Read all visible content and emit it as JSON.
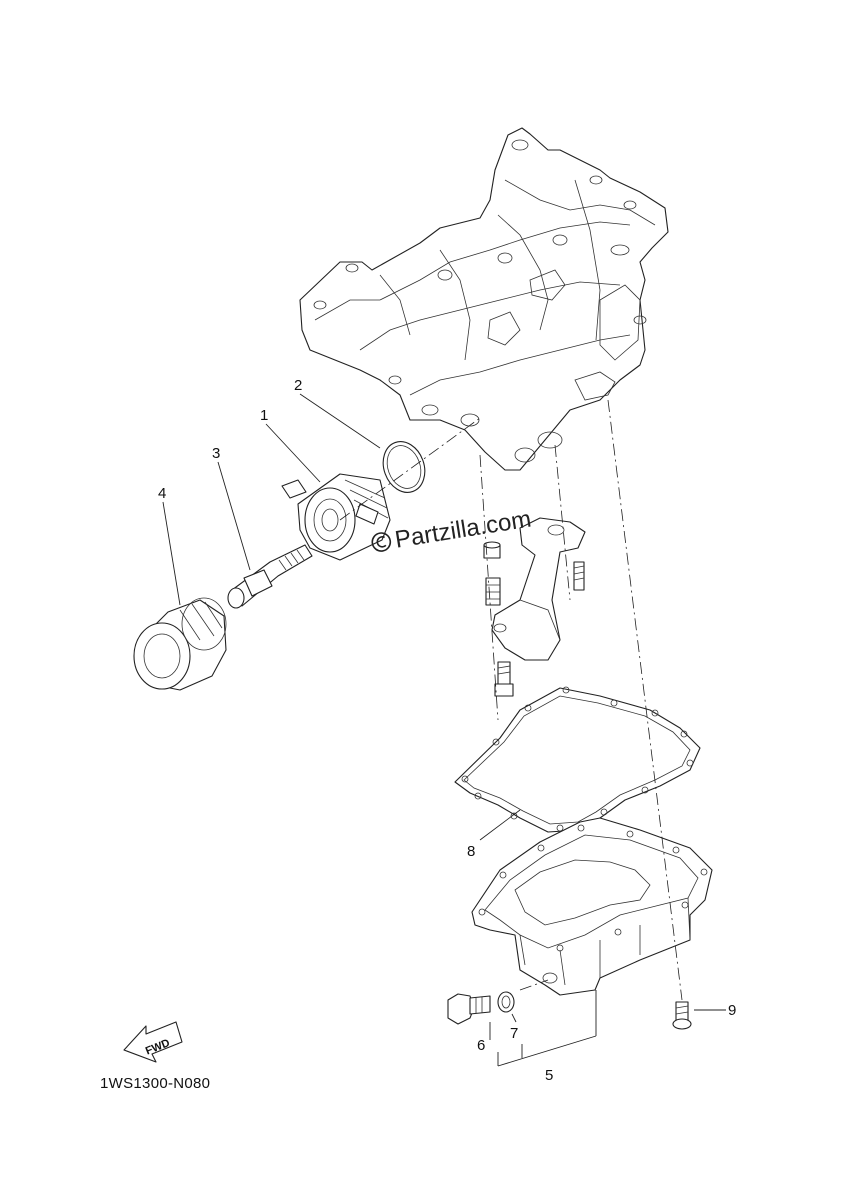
{
  "callouts": [
    {
      "id": "1",
      "label": "1"
    },
    {
      "id": "2",
      "label": "2"
    },
    {
      "id": "3",
      "label": "3"
    },
    {
      "id": "4",
      "label": "4"
    },
    {
      "id": "5",
      "label": "5"
    },
    {
      "id": "6",
      "label": "6"
    },
    {
      "id": "7",
      "label": "7"
    },
    {
      "id": "8",
      "label": "8"
    },
    {
      "id": "9",
      "label": "9"
    }
  ],
  "fwd_arrow": {
    "text": "FWD",
    "icon": "fwd-arrow-icon"
  },
  "catalog_code": "1WS1300-N080",
  "watermark": {
    "text": "Partzilla.com",
    "icon": "copyright-icon"
  }
}
